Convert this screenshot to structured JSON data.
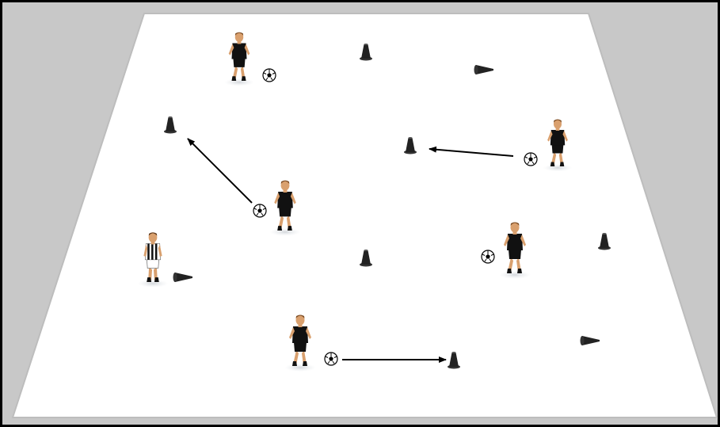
{
  "drill": {
    "field": {
      "surface_color": "#ffffff",
      "surround_color": "#c8c8c8",
      "border_color": "#000000"
    },
    "players": [
      {
        "team": "black",
        "has_ball": true
      },
      {
        "team": "black",
        "has_ball": true
      },
      {
        "team": "black",
        "has_ball": true
      },
      {
        "team": "black",
        "has_ball": true
      },
      {
        "team": "black",
        "has_ball": true
      },
      {
        "team": "striped",
        "has_ball": false
      }
    ],
    "cone_count": 9,
    "arrow_count": 3,
    "colors": {
      "kit_dark": "#111111",
      "skin": "#d9a06e",
      "stripe_light": "#ffffff",
      "cone": "#222222",
      "arrow": "#000000"
    }
  }
}
